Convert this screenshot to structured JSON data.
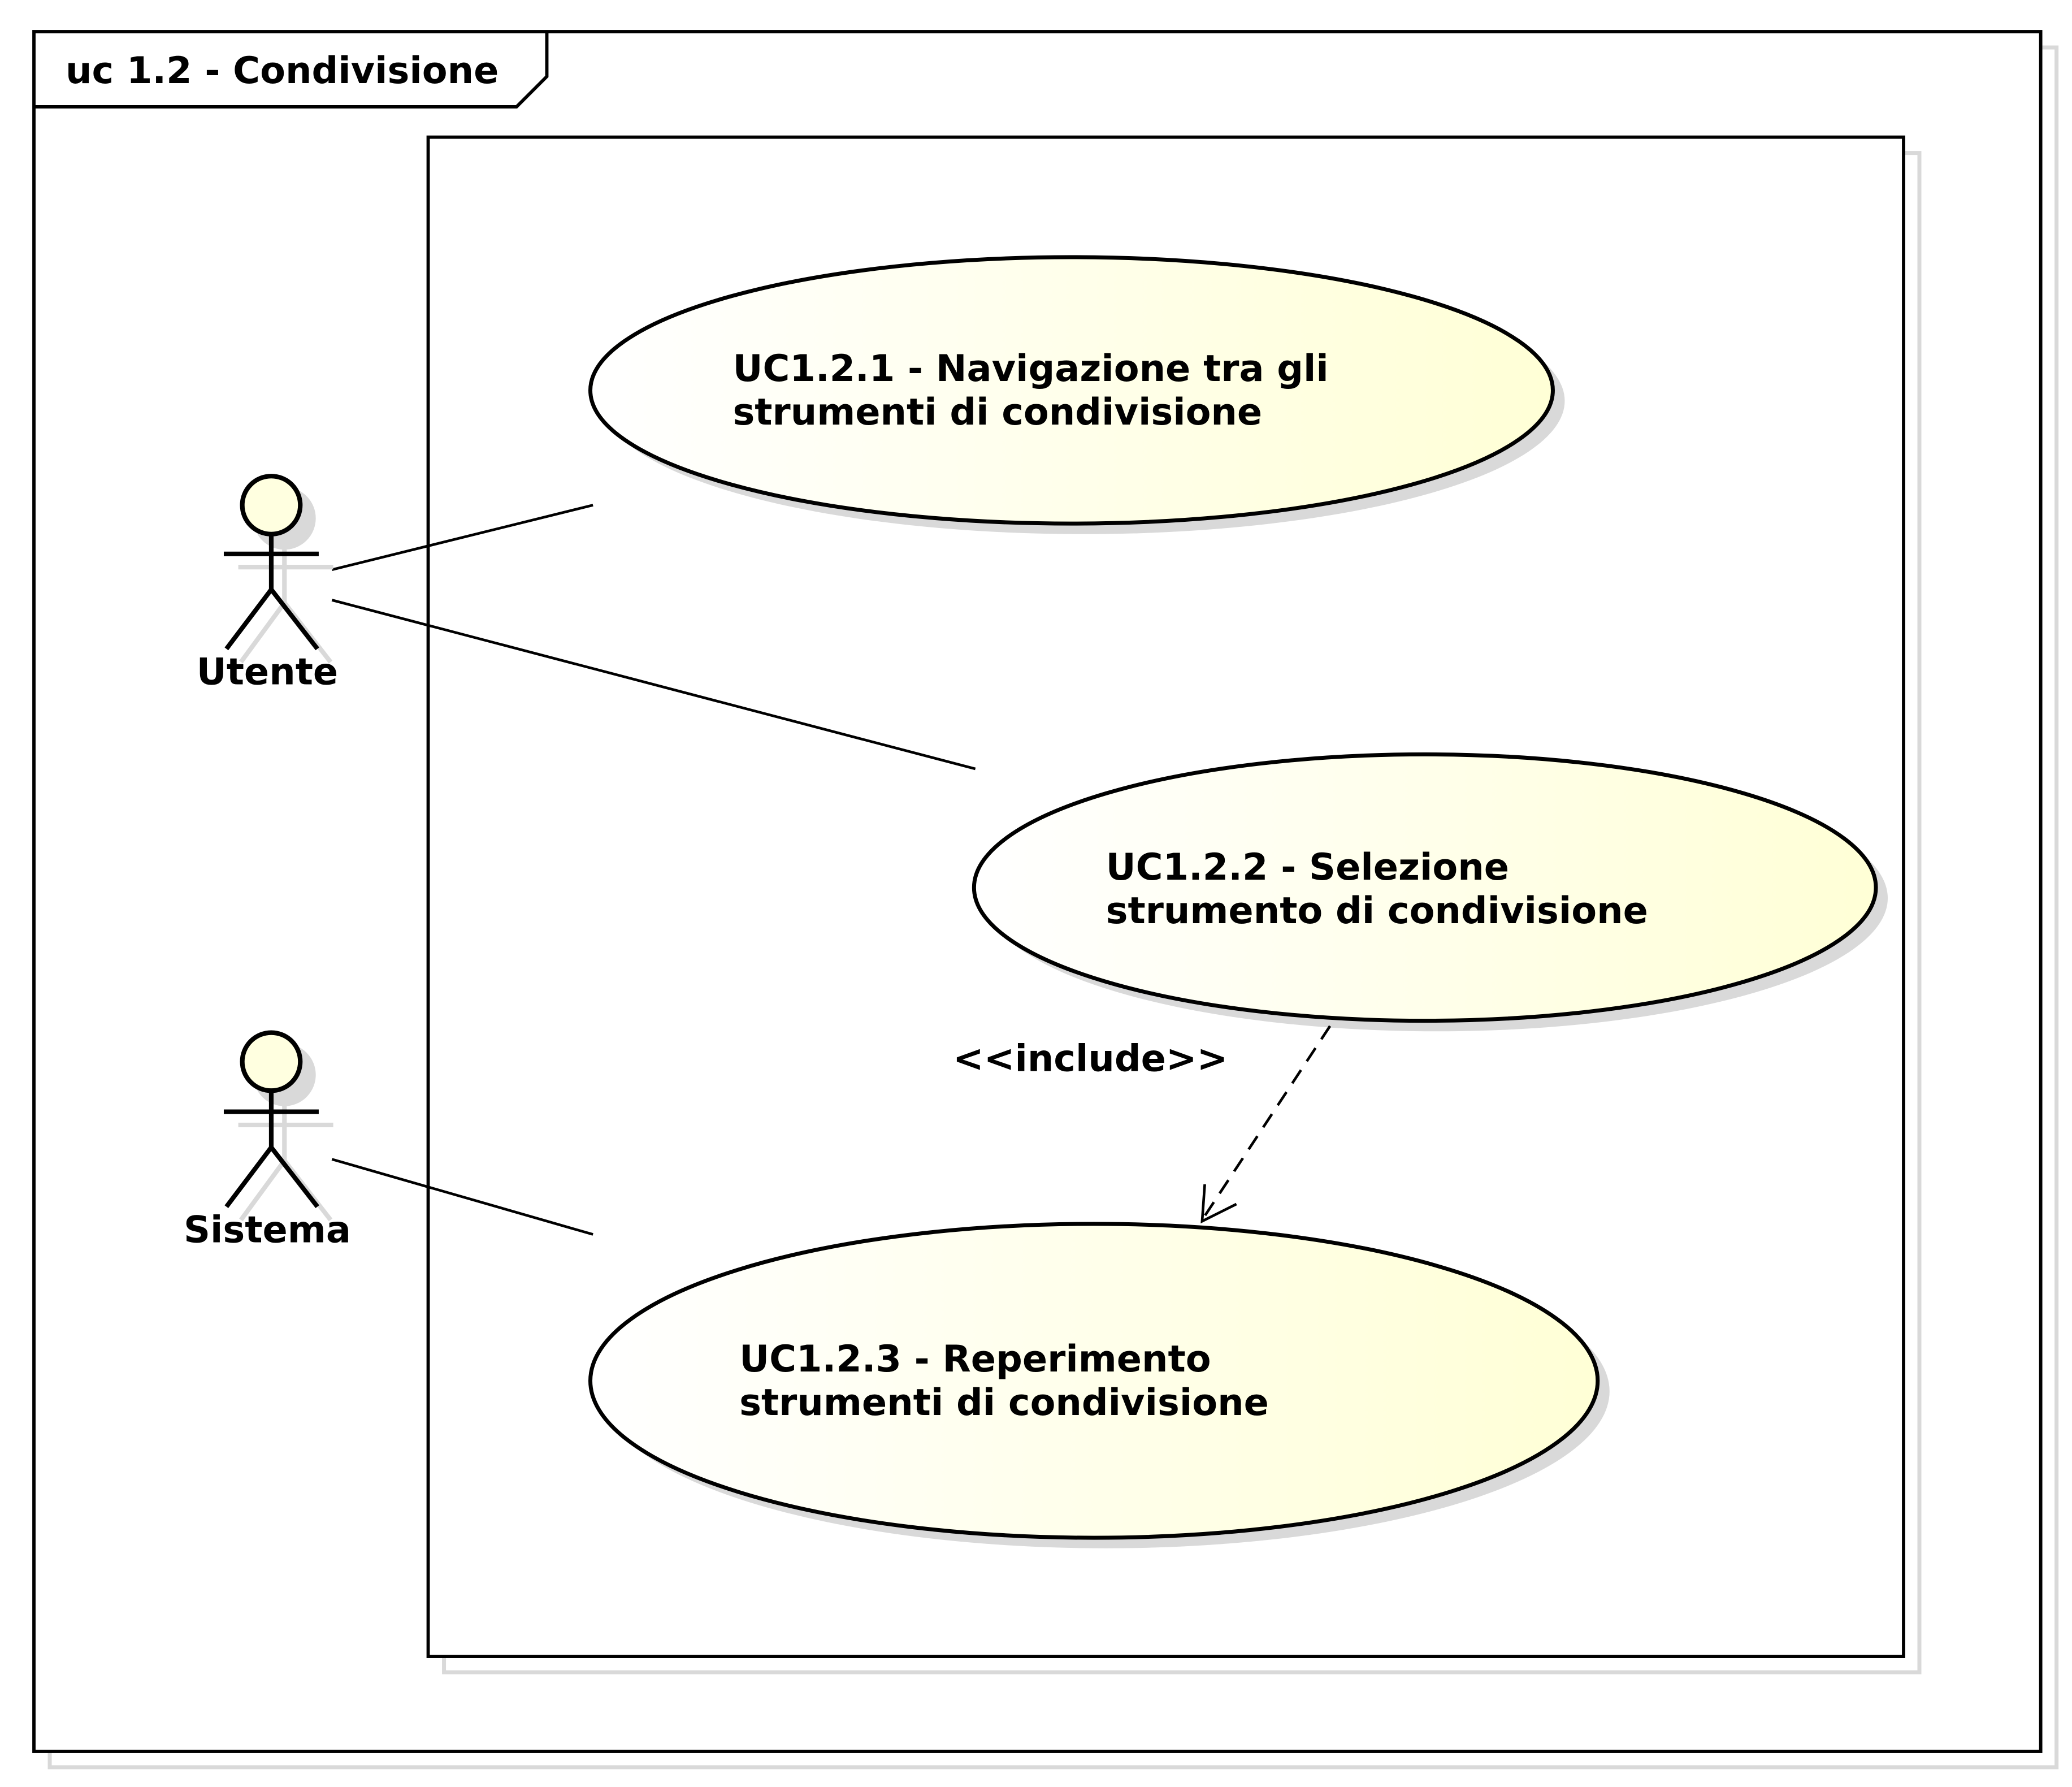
{
  "frame": {
    "title": "uc 1.2 - Condivisione"
  },
  "actors": {
    "utente": {
      "name": "Utente"
    },
    "sistema": {
      "name": "Sistema"
    }
  },
  "use_cases": {
    "uc1": {
      "line1": "UC1.2.1 - Navigazione tra gli",
      "line2": "strumenti di condivisione"
    },
    "uc2": {
      "line1": "UC1.2.2 - Selezione",
      "line2": "strumento di condivisione"
    },
    "uc3": {
      "line1": "UC1.2.3 - Reperimento",
      "line2": "strumenti di condivisione"
    }
  },
  "relations": {
    "include_label": "<<include>>"
  },
  "colors": {
    "line": "#000000",
    "shadow": "#d9d9d9",
    "usecase_fill_start": "#ffffff",
    "usecase_fill_end": "#ffffd6",
    "actor_head_fill": "#ffffe0"
  }
}
